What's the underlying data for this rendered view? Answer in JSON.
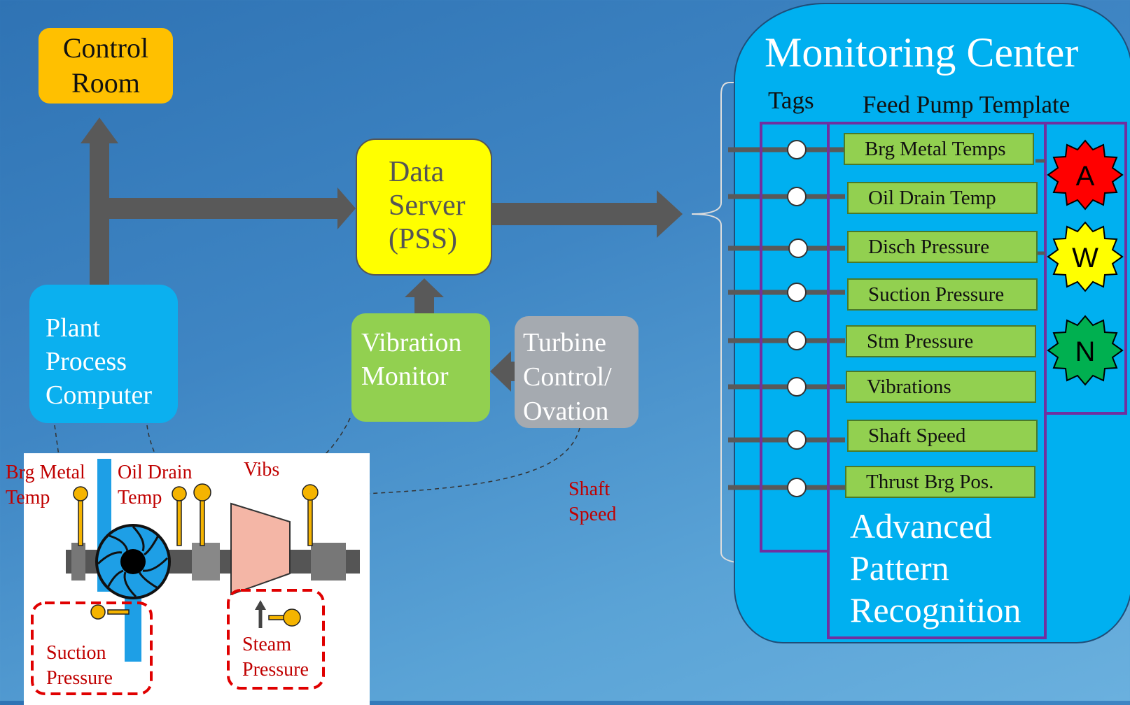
{
  "control_room": {
    "line1": "Control",
    "line2": "Room"
  },
  "data_server": {
    "line1": "Data",
    "line2": "Server",
    "line3": "(PSS)"
  },
  "plant_process_computer": {
    "line1": "Plant",
    "line2": "Process",
    "line3": "Computer"
  },
  "vibration_monitor": {
    "line1": "Vibration",
    "line2": "Monitor"
  },
  "turbine_control": {
    "line1": "Turbine",
    "line2": "Control/",
    "line3": "Ovation"
  },
  "shaft_speed": {
    "line1": "Shaft",
    "line2": "Speed"
  },
  "pump_diagram": {
    "brg_metal_temp": {
      "line1": "Brg Metal",
      "line2": "Temp"
    },
    "oil_drain_temp": {
      "line1": "Oil Drain",
      "line2": "Temp"
    },
    "vibs": "Vibs",
    "suction_pressure": {
      "line1": "Suction",
      "line2": "Pressure"
    },
    "steam_pressure": {
      "line1": "Steam",
      "line2": "Pressure"
    }
  },
  "monitoring_center": {
    "title": "Monitoring Center",
    "tags_label": "Tags",
    "template_label": "Feed Pump Template",
    "tags": [
      "Brg Metal Temps",
      "Oil Drain Temp",
      "Disch Pressure",
      "Suction Pressure",
      "Stm Pressure",
      "Vibrations",
      "Shaft Speed",
      "Thrust Brg Pos."
    ],
    "apr": {
      "line1": "Advanced",
      "line2": "Pattern",
      "line3": "Recognition"
    },
    "alerts": [
      {
        "letter": "A",
        "color": "#ff0000"
      },
      {
        "letter": "W",
        "color": "#ffff00"
      },
      {
        "letter": "N",
        "color": "#00b050"
      }
    ]
  },
  "colors": {
    "arrow": "#595959",
    "control_room": "#ffc000",
    "data_server": "#ffff00",
    "plant_computer": "#0bb0ef",
    "vibration_monitor": "#92d050",
    "turbine_control": "#a5aab0",
    "monitoring_center": "#00b0f0",
    "bracket_purple": "#7030a0",
    "label_red": "#c00000"
  }
}
